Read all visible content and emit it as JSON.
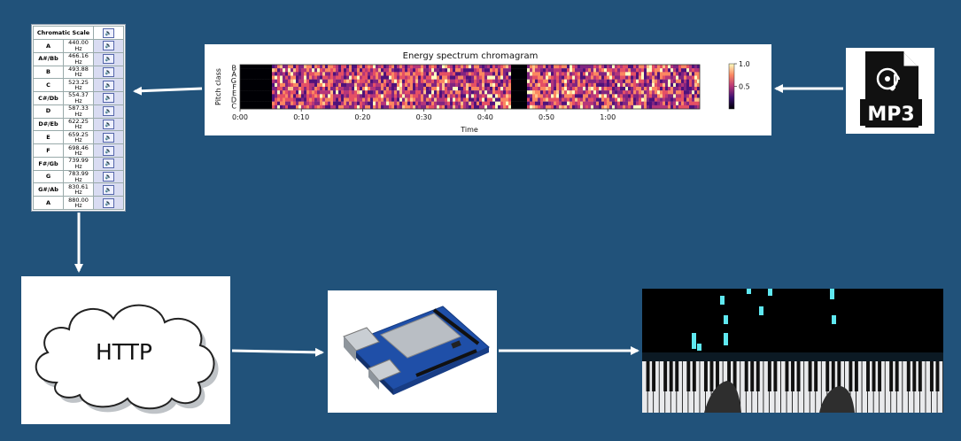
{
  "chromatic_scale": {
    "title": "Chromatic Scale",
    "rows": [
      {
        "note": "A",
        "freq": "440.00 Hz"
      },
      {
        "note": "A#/Bb",
        "freq": "466.16 Hz"
      },
      {
        "note": "B",
        "freq": "493.88 Hz"
      },
      {
        "note": "C",
        "freq": "523.25 Hz"
      },
      {
        "note": "C#/Db",
        "freq": "554.37 Hz"
      },
      {
        "note": "D",
        "freq": "587.33 Hz"
      },
      {
        "note": "D#/Eb",
        "freq": "622.25 Hz"
      },
      {
        "note": "E",
        "freq": "659.25 Hz"
      },
      {
        "note": "F",
        "freq": "698.46 Hz"
      },
      {
        "note": "F#/Gb",
        "freq": "739.99 Hz"
      },
      {
        "note": "G",
        "freq": "783.99 Hz"
      },
      {
        "note": "G#/Ab",
        "freq": "830.61 Hz"
      },
      {
        "note": "A",
        "freq": "880.00 Hz"
      }
    ],
    "speaker_icon": "speaker-icon"
  },
  "chromagram": {
    "title": "Energy spectrum chromagram",
    "xlabel": "Time",
    "ylabel": "Pitch class",
    "y_ticks": [
      "C",
      "D",
      "E",
      "F",
      "G",
      "A",
      "B"
    ],
    "x_ticks": [
      "0:00",
      "0:10",
      "0:20",
      "0:30",
      "0:40",
      "0:50",
      "1:00"
    ],
    "colorbar_ticks": [
      "1.0",
      "0.5"
    ],
    "colorbar_range": [
      0,
      1
    ]
  },
  "mp3": {
    "label": "MP3",
    "icon": "audio-file-icon"
  },
  "http": {
    "label": "HTTP",
    "icon": "cloud-icon"
  },
  "board": {
    "icon": "microcontroller-board-icon"
  },
  "piano": {
    "icon": "piano-visualizer-icon",
    "accent": "#5fe8f0"
  },
  "colors": {
    "background": "#21527a",
    "arrow": "#ffffff"
  }
}
